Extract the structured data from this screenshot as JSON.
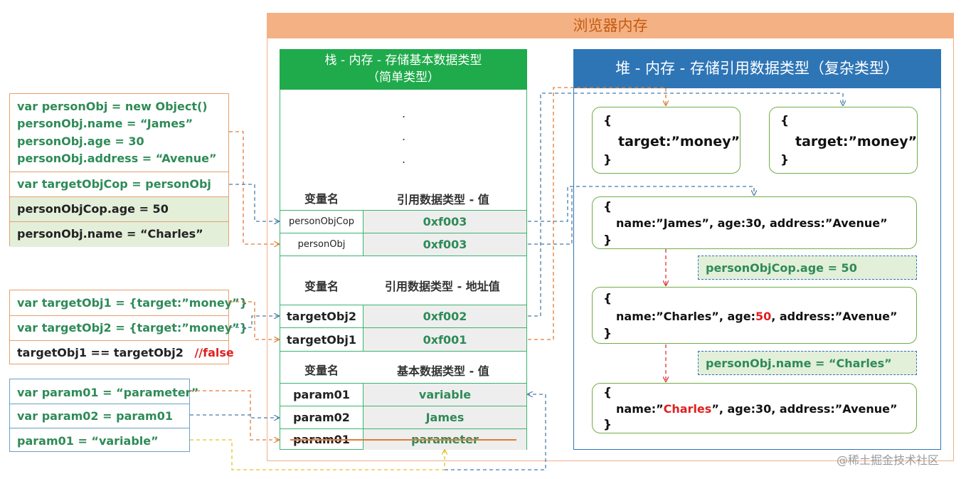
{
  "browser": {
    "title": "浏览器内存"
  },
  "left_code": {
    "group1": {
      "lines": [
        "var personObj = new Object()",
        "personObj.name = “James”",
        "personObj.age = 30",
        "personObj.address = “Avenue”"
      ],
      "line_cop": "var targetObjCop = personObj",
      "line_age": "personObjCop.age = 50",
      "line_name": "personObj.name = “Charles”"
    },
    "group2": {
      "line1": "var targetObj1 = {target:”money”}",
      "line2": "var targetObj2 = {target:”money”}",
      "line3": "targetObj1 == targetObj2",
      "line3_comment": "//false"
    },
    "group3": {
      "line1": "var param01 = “parameter”",
      "line2": "var param02 = param01",
      "line3": "param01 = “variable”"
    }
  },
  "stack": {
    "title_line1": "栈 - 内存 - 存储基本数据类型",
    "title_line2": "（简单类型）",
    "ellipsis": ".",
    "section1": {
      "col_name": "变量名",
      "col_value": "引用数据类型 - 值",
      "rows": [
        {
          "name": "personObjCop",
          "value": "0xf003"
        },
        {
          "name": "personObj",
          "value": "0xf003"
        }
      ]
    },
    "section2": {
      "col_name": "变量名",
      "col_value": "引用数据类型 - 地址值",
      "rows": [
        {
          "name": "targetObj2",
          "value": "0xf002"
        },
        {
          "name": "targetObj1",
          "value": "0xf001"
        }
      ]
    },
    "section3": {
      "col_name": "变量名",
      "col_value": "基本数据类型 - 值",
      "rows": [
        {
          "name": "param01",
          "value": "variable"
        },
        {
          "name": "param02",
          "value": "James"
        },
        {
          "name": "param01",
          "value": "parameter"
        }
      ]
    }
  },
  "heap": {
    "title": "堆 - 内存 - 存储引用数据类型（复杂类型）",
    "open": "{",
    "close": "}",
    "obj_target1": "target:”money”",
    "obj_target2": "target:”money”",
    "obj_person1": "name:”James”,  age:30, address:”Avenue”",
    "note1": "personObjCop.age = 50",
    "obj_person2": {
      "a": "name:”Charles”,   age:",
      "b": "50",
      "c": ",   address:”Avenue”"
    },
    "note2": "personObj.name = “Charles”",
    "obj_person3": {
      "a": "name:”",
      "b": "Charles",
      "c": "”,   age:30,   address:”Avenue”"
    }
  },
  "watermark": "@稀土掘金技术社区",
  "colors": {
    "browser_title_bg": "#f4b183",
    "stack_header": "#1faa4b",
    "heap_header": "#2e75b6",
    "code_green": "#2e8b57",
    "highlight_red": "#e02020",
    "arrow_orange": "#e07b39",
    "arrow_blue": "#4a7ba6",
    "arrow_yellow": "#e6c229"
  }
}
